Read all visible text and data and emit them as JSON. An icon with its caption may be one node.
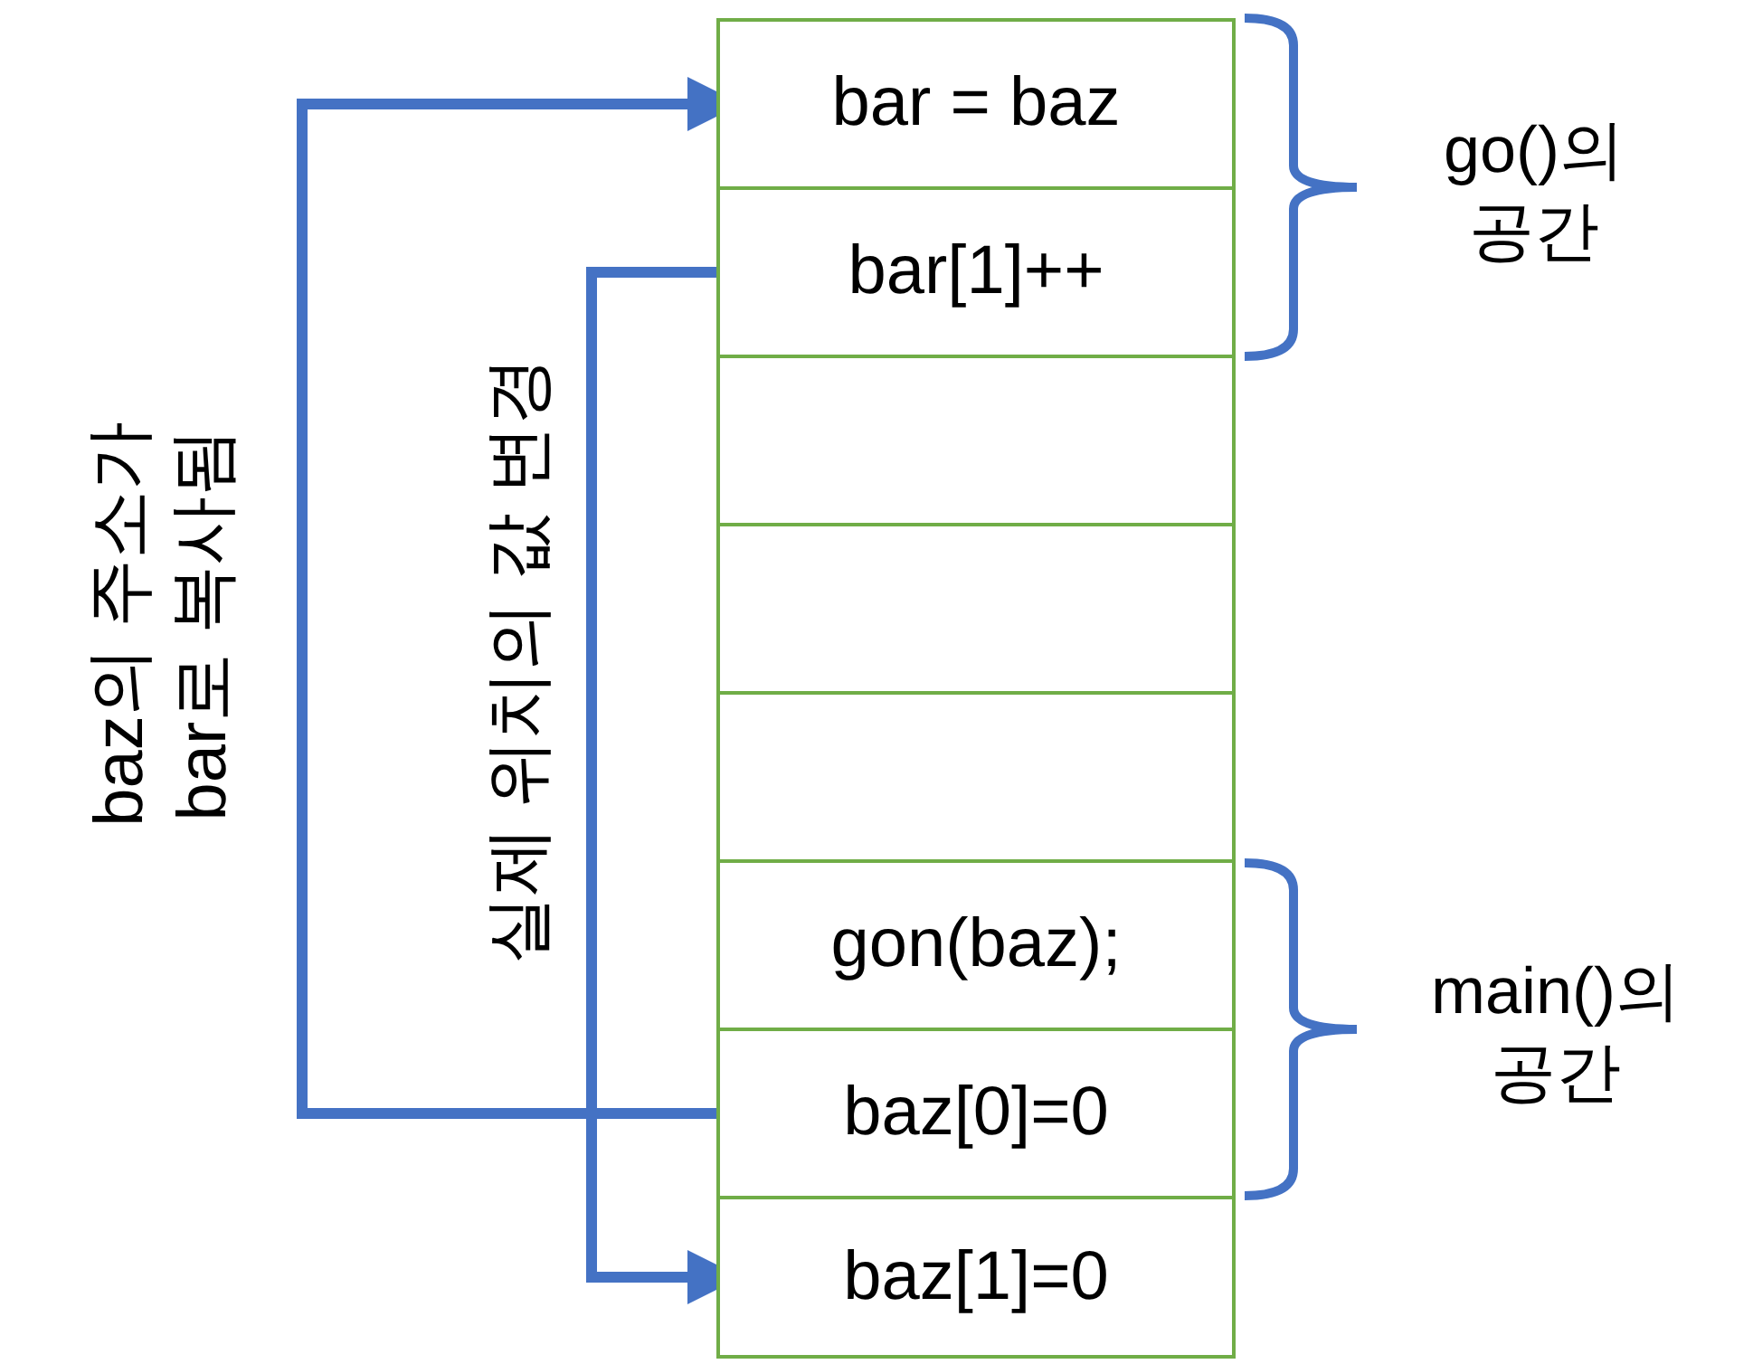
{
  "diagram": {
    "nodes": [
      {
        "text": [
          "bar = baz"
        ]
      },
      {
        "text": [
          "bar[1]++"
        ]
      },
      {
        "text": [],
        "shape": "box"
      },
      {
        "text": [],
        "shape": "box"
      },
      {
        "text": [],
        "shape": "box"
      },
      {
        "text": [
          "gon(baz);"
        ]
      },
      {
        "text": [
          "baz[0]=0"
        ]
      },
      {
        "text": [
          "baz[1]=0"
        ]
      }
    ],
    "edges": [
      {
        "from": 6,
        "to": 0,
        "arrow": "to",
        "label": "baz의 주소가 bar로 복사됨"
      },
      {
        "from": 1,
        "to": 7,
        "arrow": "to",
        "label": "실제 위치의 값 변경"
      }
    ],
    "labels": [
      "go()의 공간",
      "main()의 공간"
    ]
  }
}
